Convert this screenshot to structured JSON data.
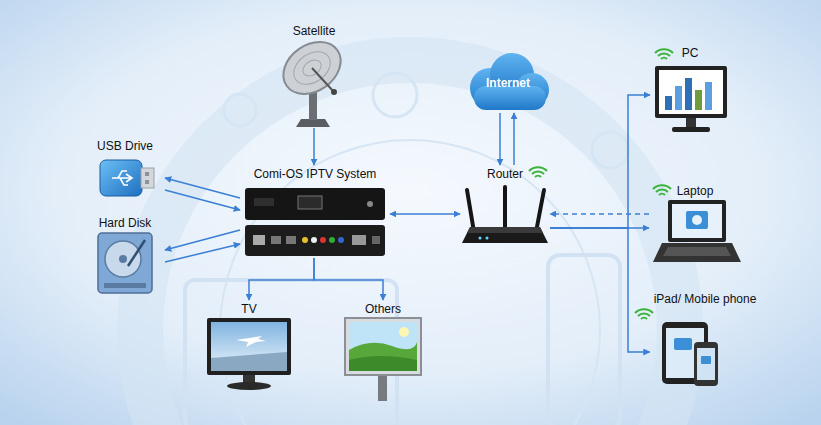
{
  "diagram": {
    "nodes": [
      {
        "text": [
          "Satellite"
        ]
      },
      {
        "text": [
          "Internet"
        ]
      },
      {
        "text": [
          "PC"
        ]
      },
      {
        "text": [
          "USB Drive"
        ]
      },
      {
        "text": [
          "Comi-OS IPTV System"
        ]
      },
      {
        "text": [
          "Router"
        ]
      },
      {
        "text": [
          "Laptop"
        ]
      },
      {
        "text": [
          "Hard Disk"
        ]
      },
      {
        "text": [
          "TV"
        ]
      },
      {
        "text": [
          "Others"
        ]
      },
      {
        "text": [
          "iPad/ Mobile phone"
        ]
      }
    ],
    "edges": [
      {
        "from": 0,
        "to": 4,
        "arrow": "to"
      },
      {
        "from": 4,
        "to": 3,
        "arrow": "to"
      },
      {
        "from": 3,
        "to": 4,
        "arrow": "to"
      },
      {
        "from": 4,
        "to": 7,
        "arrow": "to"
      },
      {
        "from": 7,
        "to": 4,
        "arrow": "to"
      },
      {
        "from": 4,
        "to": 5,
        "arrow": "both"
      },
      {
        "from": 5,
        "to": 1,
        "arrow": "to"
      },
      {
        "from": 1,
        "to": 5,
        "arrow": "to"
      },
      {
        "from": 4,
        "to": 8,
        "arrow": "to"
      },
      {
        "from": 4,
        "to": 9,
        "arrow": "to"
      },
      {
        "from": 5,
        "to": 2,
        "arrow": "to"
      },
      {
        "from": 5,
        "to": 6,
        "arrow": "to"
      },
      {
        "from": 6,
        "to": 5,
        "arrow": "to"
      },
      {
        "from": 5,
        "to": 10,
        "arrow": "to"
      }
    ]
  }
}
